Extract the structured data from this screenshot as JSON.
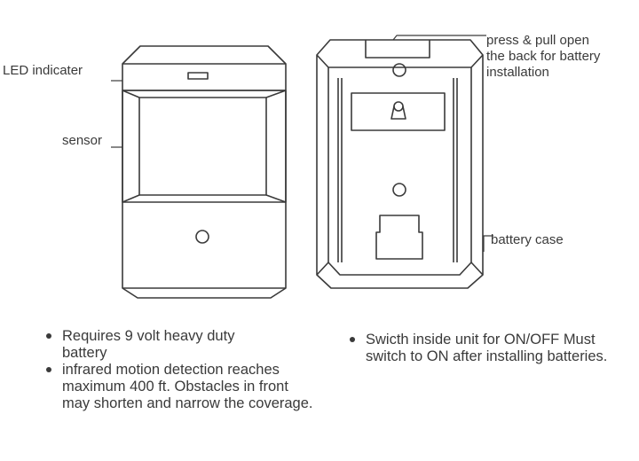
{
  "labels": {
    "led": "LED indicater",
    "sensor": "sensor",
    "back_line1": "press & pull open",
    "back_line2": "the back for battery",
    "back_line3": "installation",
    "battery_case": "battery case"
  },
  "notes": {
    "left": [
      "Requires 9 volt heavy duty battery",
      "infrared motion detection reaches maximum 400 ft. Obstacles in front may shorten and narrow the coverage."
    ],
    "right": [
      "Swicth inside unit for ON/OFF Must switch to ON after installing batteries."
    ]
  },
  "colors": {
    "stroke": "#3a3a3a",
    "text": "#3a3a3a"
  }
}
